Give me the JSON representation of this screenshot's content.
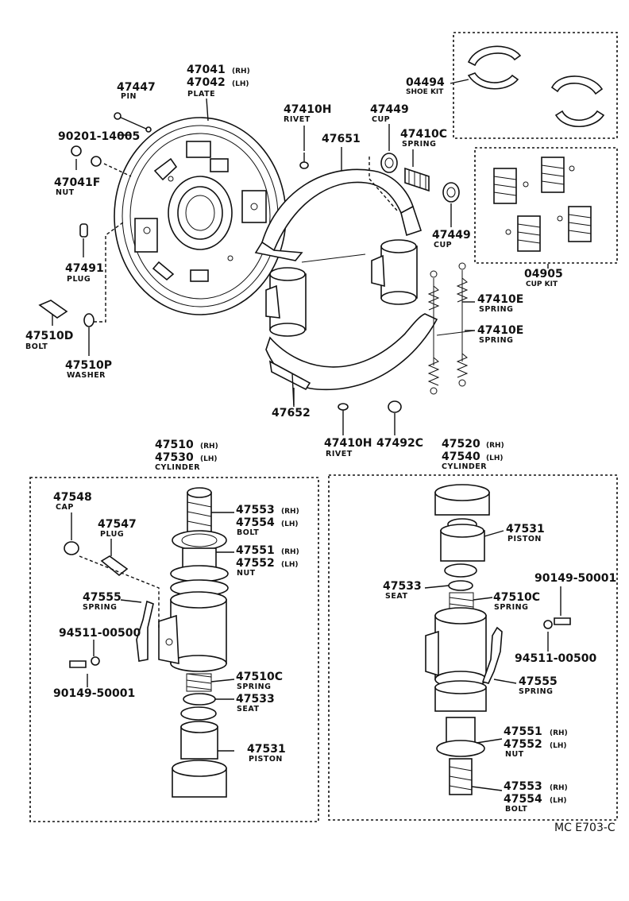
{
  "callouts": {
    "plate_rh": "47041",
    "plate_rh_side": "(RH)",
    "plate_lh": "47042",
    "plate_lh_side": "(LH)",
    "plate_name": "PLATE",
    "pin": "47447",
    "pin_name": "PIN",
    "n90201": "90201-14005",
    "nut": "47041F",
    "nut_name": "NUT",
    "plug": "47491",
    "plug_name": "PLUG",
    "bolt": "47510D",
    "bolt_name": "BOLT",
    "washer": "47510P",
    "washer_name": "WASHER",
    "rivet_top": "47410H",
    "rivet_name": "RIVET",
    "shoe_upper": "47651",
    "cup_top": "47449",
    "cup_name": "CUP",
    "spring_top": "47410C",
    "spring_name": "SPRING",
    "cup_mid": "47449",
    "cup_mid_name": "CUP",
    "shoe_kit": "04494",
    "shoe_kit_name": "SHOE KIT",
    "cup_kit": "04905",
    "cup_kit_name": "CUP KIT",
    "spring_e1": "47410E",
    "spring_e1_name": "SPRING",
    "spring_e2": "47410E",
    "spring_e2_name": "SPRING",
    "shoe_lower": "47652",
    "rivet_bot": "47410H",
    "rivet_bot_name": "RIVET",
    "n47492": "47492C"
  },
  "left_cyl": {
    "h1": "47510",
    "h1_side": "(RH)",
    "h2": "47530",
    "h2_side": "(LH)",
    "h_name": "CYLINDER",
    "cap": "47548",
    "cap_name": "CAP",
    "plug": "47547",
    "plug_name": "PLUG",
    "bolt1": "47553",
    "bolt1_side": "(RH)",
    "bolt2": "47554",
    "bolt2_side": "(LH)",
    "bolt_name": "BOLT",
    "nut1": "47551",
    "nut1_side": "(RH)",
    "nut2": "47552",
    "nut2_side": "(LH)",
    "nut_name": "NUT",
    "spring": "47555",
    "spring_name": "SPRING",
    "n94511": "94511-00500",
    "n90149": "90149-50001",
    "spring_c": "47510C",
    "spring_c_name": "SPRING",
    "seat": "47533",
    "seat_name": "SEAT",
    "piston": "47531",
    "piston_name": "PISTON"
  },
  "right_cyl": {
    "h1": "47520",
    "h1_side": "(RH)",
    "h2": "47540",
    "h2_side": "(LH)",
    "h_name": "CYLINDER",
    "piston": "47531",
    "piston_name": "PISTON",
    "n90149": "90149-50001",
    "seat": "47533",
    "seat_name": "SEAT",
    "spring_c": "47510C",
    "spring_c_name": "SPRING",
    "n94511": "94511-00500",
    "spring": "47555",
    "spring_name": "SPRING",
    "nut1": "47551",
    "nut1_side": "(RH)",
    "nut2": "47552",
    "nut2_side": "(LH)",
    "nut_name": "NUT",
    "bolt1": "47553",
    "bolt1_side": "(RH)",
    "bolt2": "47554",
    "bolt2_side": "(LH)",
    "bolt_name": "BOLT"
  },
  "reference": "MC E703-C"
}
